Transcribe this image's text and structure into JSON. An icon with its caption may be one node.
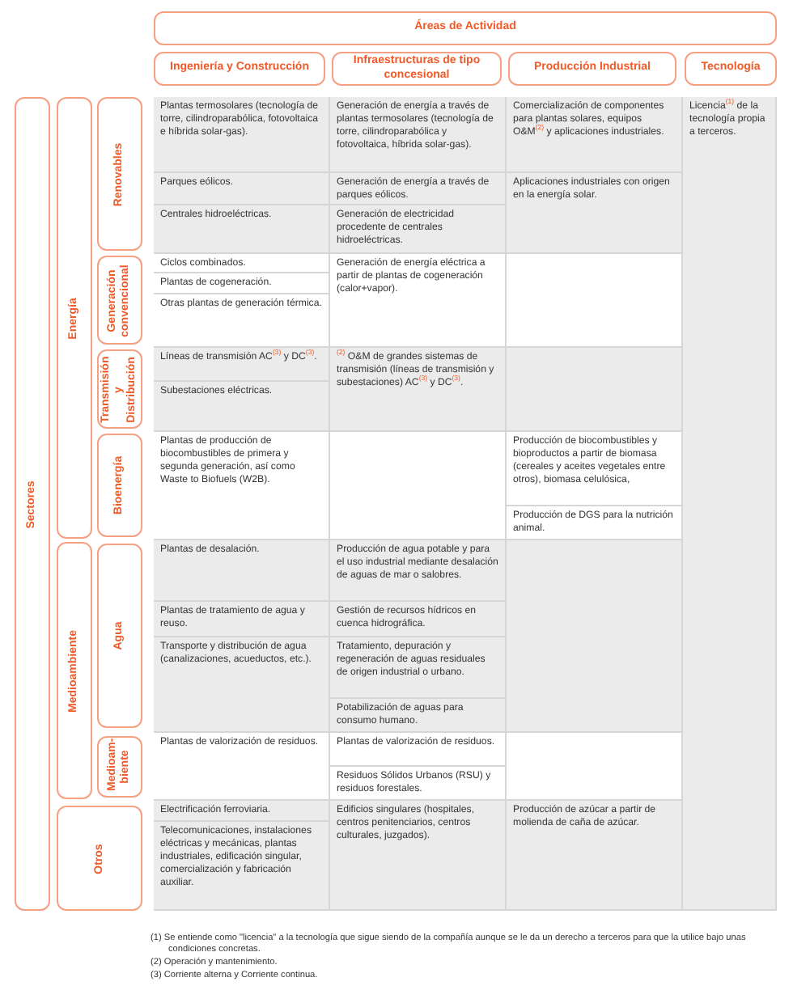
{
  "diagram": {
    "nodes": [
      {
        "text": [
          "Áreas de Actividad"
        ]
      },
      {
        "text": [
          "Ingeniería y Construcción"
        ]
      },
      {
        "text": [
          "Infraestructuras de tipo concesional"
        ]
      },
      {
        "text": [
          "Producción Industrial"
        ]
      },
      {
        "text": [
          "Tecnología"
        ]
      },
      {
        "text": [
          "Sectores"
        ]
      },
      {
        "text": [
          "Energía"
        ]
      },
      {
        "text": [
          "Renovables"
        ]
      },
      {
        "text": [
          "Generación convencional"
        ]
      },
      {
        "text": [
          "Transmisión y Distribución"
        ]
      },
      {
        "text": [
          "Bioenergía"
        ]
      },
      {
        "text": [
          "Medioambiente"
        ]
      },
      {
        "text": [
          "Agua"
        ]
      },
      {
        "text": [
          "Medioam- biente"
        ]
      },
      {
        "text": [
          "Otros"
        ]
      }
    ],
    "labels": [
      "Plantas termosolares (tecnología de torre, cilindroparabólica, fotovoltaica e híbrida solar-gas).",
      "Generación de energía a través de plantas termosolares (tecnología de torre, cilindroparabólica y fotovoltaica, híbrida solar-gas).",
      "Comercialización de componentes para plantas solares, equipos O&M$^{(2)}$ y aplicaciones industriales.",
      "Licencia$^{(1)}$ de la tecnología propia a terceros.",
      "Parques eólicos.",
      "Generación de energía a través de parques eólicos.",
      "Aplicaciones industriales con origen en la energía solar.",
      "Centrales hidroeléctricas.",
      "Generación de electricidad procedente de centrales hidroeléctricas.",
      "Ciclos combinados.",
      "Generación de energía eléctrica a partir de plantas de cogeneración (calor+vapor).",
      "Plantas de cogeneración.",
      "Otras plantas de generación térmica.",
      "Líneas de transmisión AC$^{(3)}$ y DC$^{(3)}$.",
      "$^{(2)}$ O&M de grandes sistemas de transmisión (líneas de transmisión y subestaciones) AC$^{(3)}$ y DC$^{(3)}$.",
      "Subestaciones eléctricas.",
      "Plantas de producción de biocombustibles de primera y segunda generación, así como Waste to Biofuels (W2B).",
      "Producción de biocombustibles y bioproductos a partir de biomasa (cereales y aceites vegetales entre otros), biomasa celulósica,",
      "Producción de DGS para la nutrición animal.",
      "Plantas de desalación.",
      "Producción de agua potable y para el uso industrial mediante desalación de aguas de mar o salobres.",
      "Plantas de tratamiento de agua y reuso.",
      "Gestión de recursos hídricos en cuenca hidrográfica.",
      "Transporte y distribución de agua (canalizaciones, acueductos, etc.).",
      "Tratamiento, depuración y regeneración de aguas residuales de origen industrial o urbano.",
      "Potabilización de aguas para consumo humano.",
      "Plantas de valorización de residuos.",
      "Plantas de valorización de residuos.",
      "Residuos Sólidos Urbanos (RSU) y residuos forestales.",
      "Electrificación ferroviaria.",
      "Edificios singulares (hospitales, centros penitenciarios, centros culturales, juzgados).",
      "Producción de azúcar a partir de molienda de caña de azúcar.",
      "Telecomunicaciones, instalaciones eléctricas y mecánicas, plantas industriales, edificación singular, comercialización y fabricación auxiliar.",
      "(1) Se entiende como \"licencia\" a la tecnología que sigue siendo de la compañía aunque se le da un derecho a terceros para que la utilice bajo unas condiciones concretas.",
      "(2) Operación y mantenimiento.",
      "(3) Corriente alterna y Corriente continua."
    ]
  }
}
